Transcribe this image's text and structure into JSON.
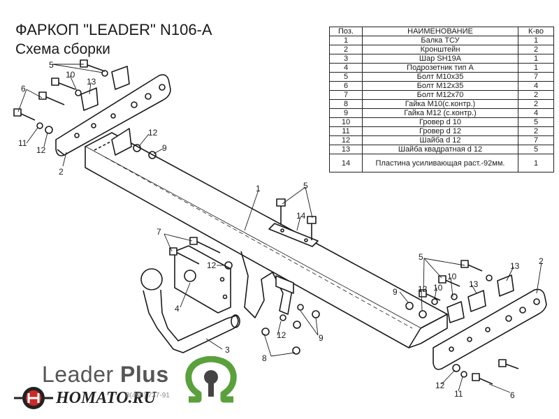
{
  "header": {
    "title": "ФАРКОП \"LEADER\" N106-A",
    "subtitle": "Схема сборки"
  },
  "table": {
    "headers": [
      "Поз.",
      "НАИМЕНОВАНИЕ",
      "К-во"
    ],
    "rows": [
      [
        "1",
        "Балка ТСУ",
        "1"
      ],
      [
        "2",
        "Кронштейн",
        "2"
      ],
      [
        "3",
        "Шар SH19A",
        "1"
      ],
      [
        "4",
        "Подрозетник тип А",
        "1"
      ],
      [
        "5",
        "Болт М10х35",
        "7"
      ],
      [
        "6",
        "Болт М12х35",
        "4"
      ],
      [
        "7",
        "Болт М12х70",
        "2"
      ],
      [
        "8",
        "Гайка  М10(с.контр.)",
        "2"
      ],
      [
        "9",
        "Гайка М12 (с.контр.)",
        "4"
      ],
      [
        "10",
        "Гровер d 10",
        "5"
      ],
      [
        "11",
        "Гровер d 12",
        "2"
      ],
      [
        "12",
        "Шайба d 12",
        "7"
      ],
      [
        "13",
        "Шайба квадратная d 12",
        "5"
      ],
      [
        "14",
        "Пластина усиливающая раст.-92мм.",
        "1"
      ]
    ]
  },
  "callouts": [
    {
      "label": "5"
    },
    {
      "label": "10"
    },
    {
      "label": "13"
    },
    {
      "label": "6"
    },
    {
      "label": "11"
    },
    {
      "label": "12"
    },
    {
      "label": "2"
    },
    {
      "label": "12"
    },
    {
      "label": "9"
    },
    {
      "label": "1"
    },
    {
      "label": "5"
    },
    {
      "label": "14"
    },
    {
      "label": "7"
    },
    {
      "label": "12"
    },
    {
      "label": "4"
    },
    {
      "label": "3"
    },
    {
      "label": "8"
    },
    {
      "label": "12"
    },
    {
      "label": "9"
    },
    {
      "label": "5"
    },
    {
      "label": "10"
    },
    {
      "label": "13"
    },
    {
      "label": "9"
    },
    {
      "label": "12"
    },
    {
      "label": "10"
    },
    {
      "label": "13"
    },
    {
      "label": "2"
    },
    {
      "label": "12"
    },
    {
      "label": "11"
    },
    {
      "label": "6"
    }
  ],
  "branding": {
    "leader": "Leader",
    "plus": "Plus",
    "site": "HOMATO.RU",
    "phone": "8(495) 737-91"
  },
  "colors": {
    "line": "#1a1a1a",
    "logo_gray": "#555555",
    "logo_green": "#5aa03c",
    "logo_red": "#cc2a2a"
  }
}
